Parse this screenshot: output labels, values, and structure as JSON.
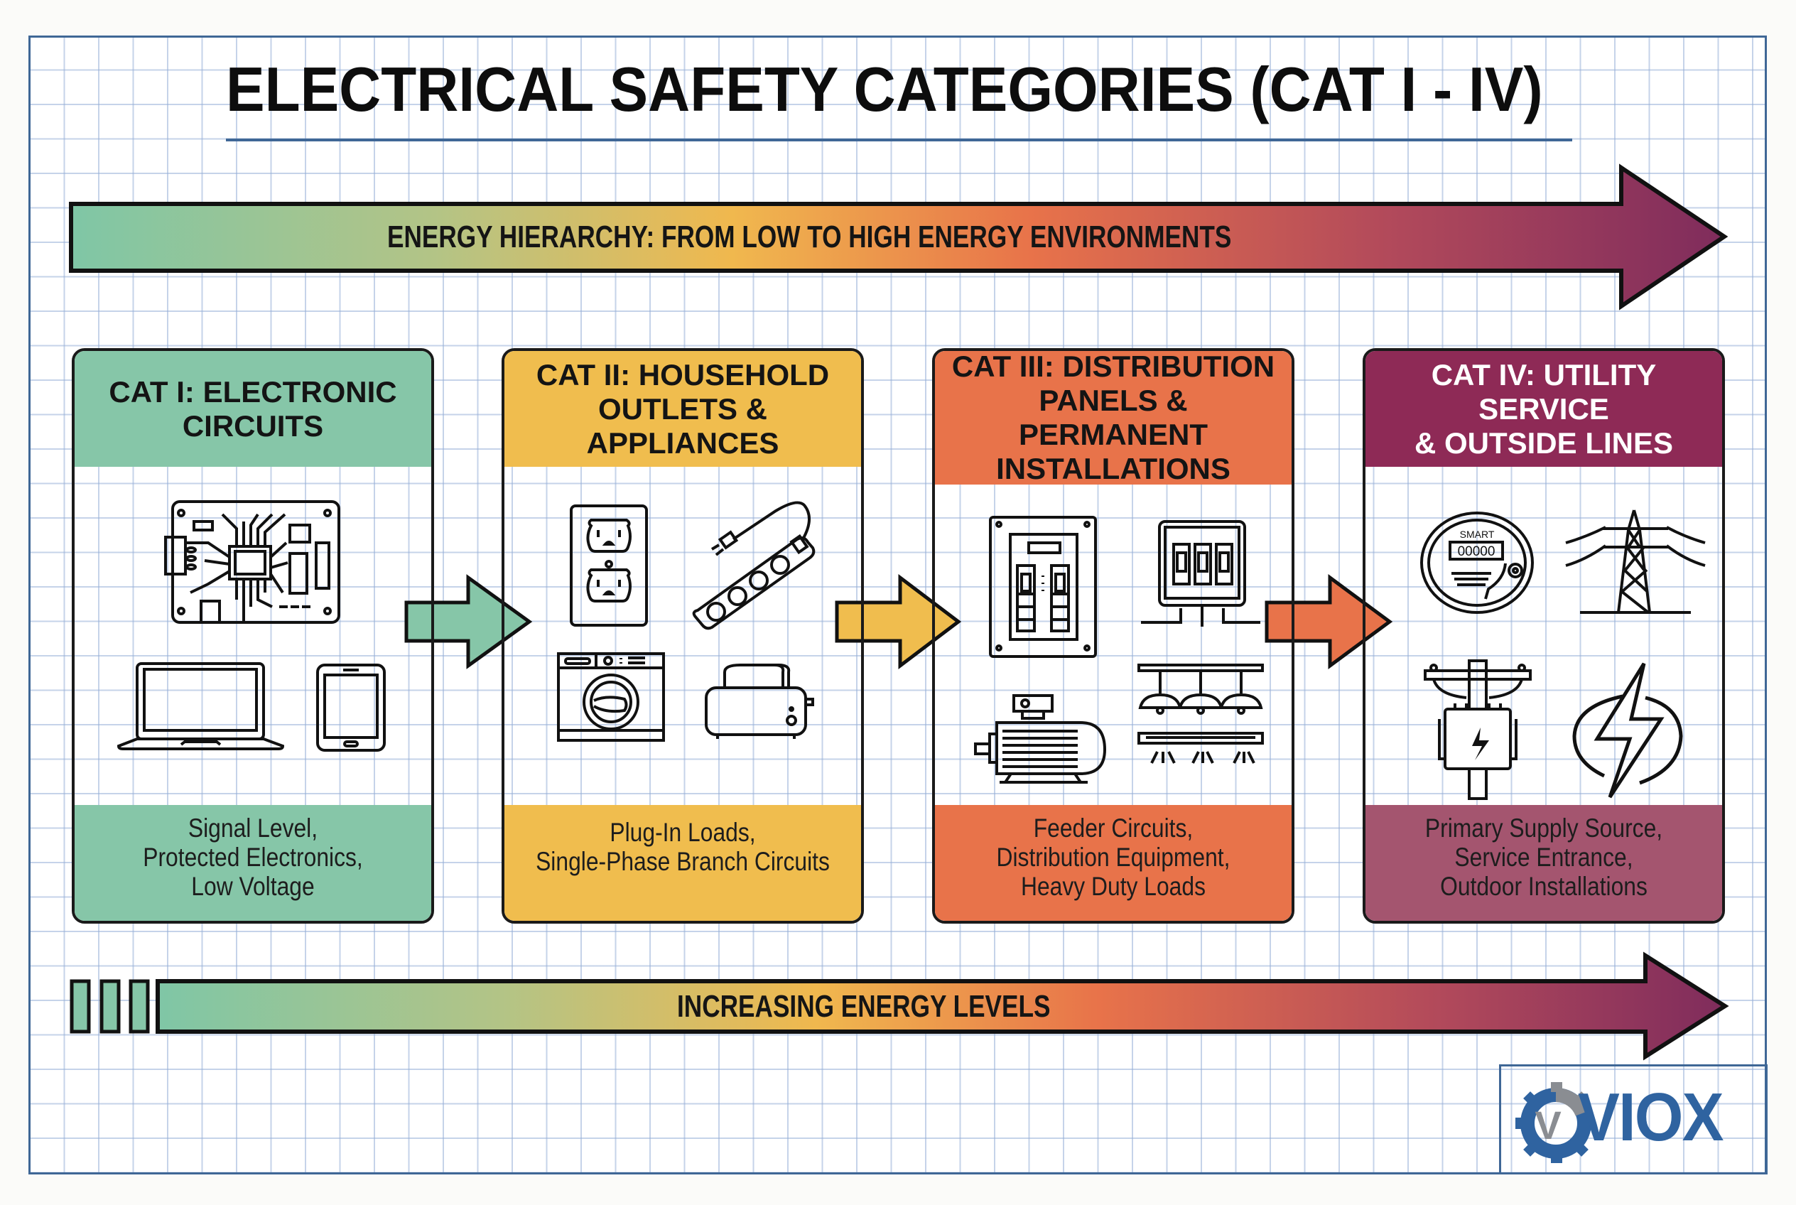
{
  "title": "ELECTRICAL SAFETY CATEGORIES (CAT I - IV)",
  "top_arrow": {
    "label": "ENERGY HIERARCHY: FROM LOW TO HIGH ENERGY ENVIRONMENTS",
    "gradient": [
      "#7fc6a6",
      "#b3c486",
      "#f0b84e",
      "#e8734a",
      "#b1495b",
      "#7f2c5c"
    ]
  },
  "bottom_arrow": {
    "label": "INCREASING ENERGY LEVELS",
    "stripes": 3,
    "gradient": [
      "#7fc6a6",
      "#b3c486",
      "#f0b84e",
      "#e8734a",
      "#b1495b",
      "#7f2c5c"
    ]
  },
  "categories": [
    {
      "id": "cat-i",
      "header_lines": [
        "CAT I: ELECTRONIC",
        "CIRCUITS"
      ],
      "header_color": "#86c6a8",
      "header_text_color": "#141414",
      "footer_lines": [
        "Signal Level,",
        "Protected Electronics,",
        "Low Voltage"
      ],
      "footer_color": "#86c6a8",
      "icons": [
        "circuit-board-icon",
        "laptop-icon",
        "smartphone-icon"
      ]
    },
    {
      "id": "cat-ii",
      "header_lines": [
        "CAT II: HOUSEHOLD",
        "OUTLETS & APPLIANCES"
      ],
      "header_color": "#f0bd4e",
      "header_text_color": "#141414",
      "footer_lines": [
        "Plug-In Loads,",
        "Single-Phase Branch Circuits"
      ],
      "footer_color": "#f0bd4e",
      "icons": [
        "wall-outlet-icon",
        "power-strip-icon",
        "washing-machine-icon",
        "toaster-icon"
      ]
    },
    {
      "id": "cat-iii",
      "header_lines": [
        "CAT III: DISTRIBUTION",
        "PANELS & PERMANENT",
        "INSTALLATIONS"
      ],
      "header_color": "#e8734a",
      "header_text_color": "#141414",
      "footer_lines": [
        "Feeder Circuits,",
        "Distribution Equipment,",
        "Heavy Duty Loads"
      ],
      "footer_color": "#e8734a",
      "icons": [
        "distribution-panel-icon",
        "disconnect-switch-icon",
        "electric-motor-icon",
        "industrial-lighting-icon"
      ]
    },
    {
      "id": "cat-iv",
      "header_lines": [
        "CAT IV: UTILITY SERVICE",
        "& OUTSIDE LINES"
      ],
      "header_color": "#8e2a56",
      "header_text_color": "#ffffff",
      "footer_lines": [
        "Primary Supply Source,",
        "Service Entrance,",
        "Outdoor Installations"
      ],
      "footer_color": "#a4556f",
      "icons": [
        "smart-meter-icon",
        "transmission-tower-icon",
        "pole-transformer-icon",
        "lightning-bolt-icon"
      ],
      "meter_label": "SMART",
      "meter_reading": "00000"
    }
  ],
  "connector_colors": [
    "#86c6a8",
    "#f0bd4e",
    "#e8734a"
  ],
  "logo": {
    "text": "VIOX",
    "mark": "V",
    "color": "#2f63a0",
    "gear_color": "#8a8d92"
  }
}
